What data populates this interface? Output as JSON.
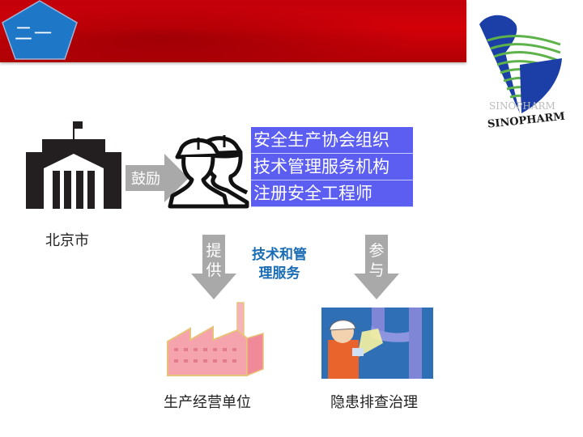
{
  "header": {
    "section_number": "二一",
    "banner_color": "#c8000a",
    "pentagon_color": "#1f77c8"
  },
  "logo": {
    "brand_text": "SINOPHARM",
    "brand_text_shadow": "SINOPHARM"
  },
  "diagram": {
    "government": {
      "label": "北京市",
      "icon": "government-building-icon"
    },
    "encourage_arrow": {
      "label": "鼓励"
    },
    "workers_icon": "safety-workers-icon",
    "organizations": [
      "安全生产协会组织",
      "技术管理服务机构",
      "注册安全工程师"
    ],
    "provide_arrow": {
      "label_line1": "提",
      "label_line2": "供"
    },
    "participate_arrow": {
      "label_line1": "参",
      "label_line2": "与"
    },
    "center_label": {
      "line1": "技术和管",
      "line2": "理服务"
    },
    "enterprise": {
      "label": "生产经营单位",
      "icon": "factory-icon"
    },
    "hazard": {
      "label": "隐患排查治理",
      "icon": "inspection-worker-icon"
    }
  },
  "colors": {
    "org_box": "#5b5ef0",
    "arrow_gray": "#a9a9a9",
    "center_text": "#1a6db4",
    "factory_pink": "#f5a3ad"
  }
}
